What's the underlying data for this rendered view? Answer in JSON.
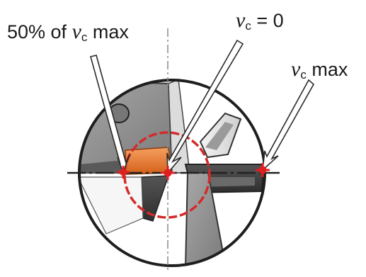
{
  "labels": {
    "half": {
      "prefix": "50% of ",
      "symbol": "v",
      "subscript": "c",
      "suffix": " max"
    },
    "zero": {
      "symbol": "v",
      "subscript": "c",
      "suffix": " = 0"
    },
    "max": {
      "symbol": "v",
      "subscript": "c",
      "suffix": " max"
    }
  },
  "colors": {
    "outline": "#1e1e1e",
    "insert_gray": "#8f8f8f",
    "dark_face": "#4a4a4a",
    "light_face": "#e6e6e6",
    "highlight_orange": "#e8742a",
    "marker_red": "#e02020",
    "dashed_circle": "#d42a2a",
    "centerline": "#7a7a7a"
  }
}
